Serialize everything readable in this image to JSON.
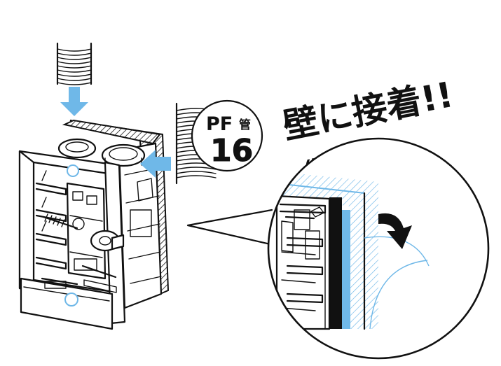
{
  "callout": {
    "headline": "壁に接着!!",
    "subline": "(裏面シール付)"
  },
  "badge": {
    "prefix": "PF",
    "suffix": "管",
    "number": "16"
  },
  "colors": {
    "ink": "#111111",
    "accent_blue": "#6fb8e8",
    "background": "#ffffff"
  },
  "icons": {
    "down_arrow": "arrow-down-icon",
    "left_arrow": "arrow-left-icon",
    "curved_arrow": "arrow-curved-icon"
  }
}
